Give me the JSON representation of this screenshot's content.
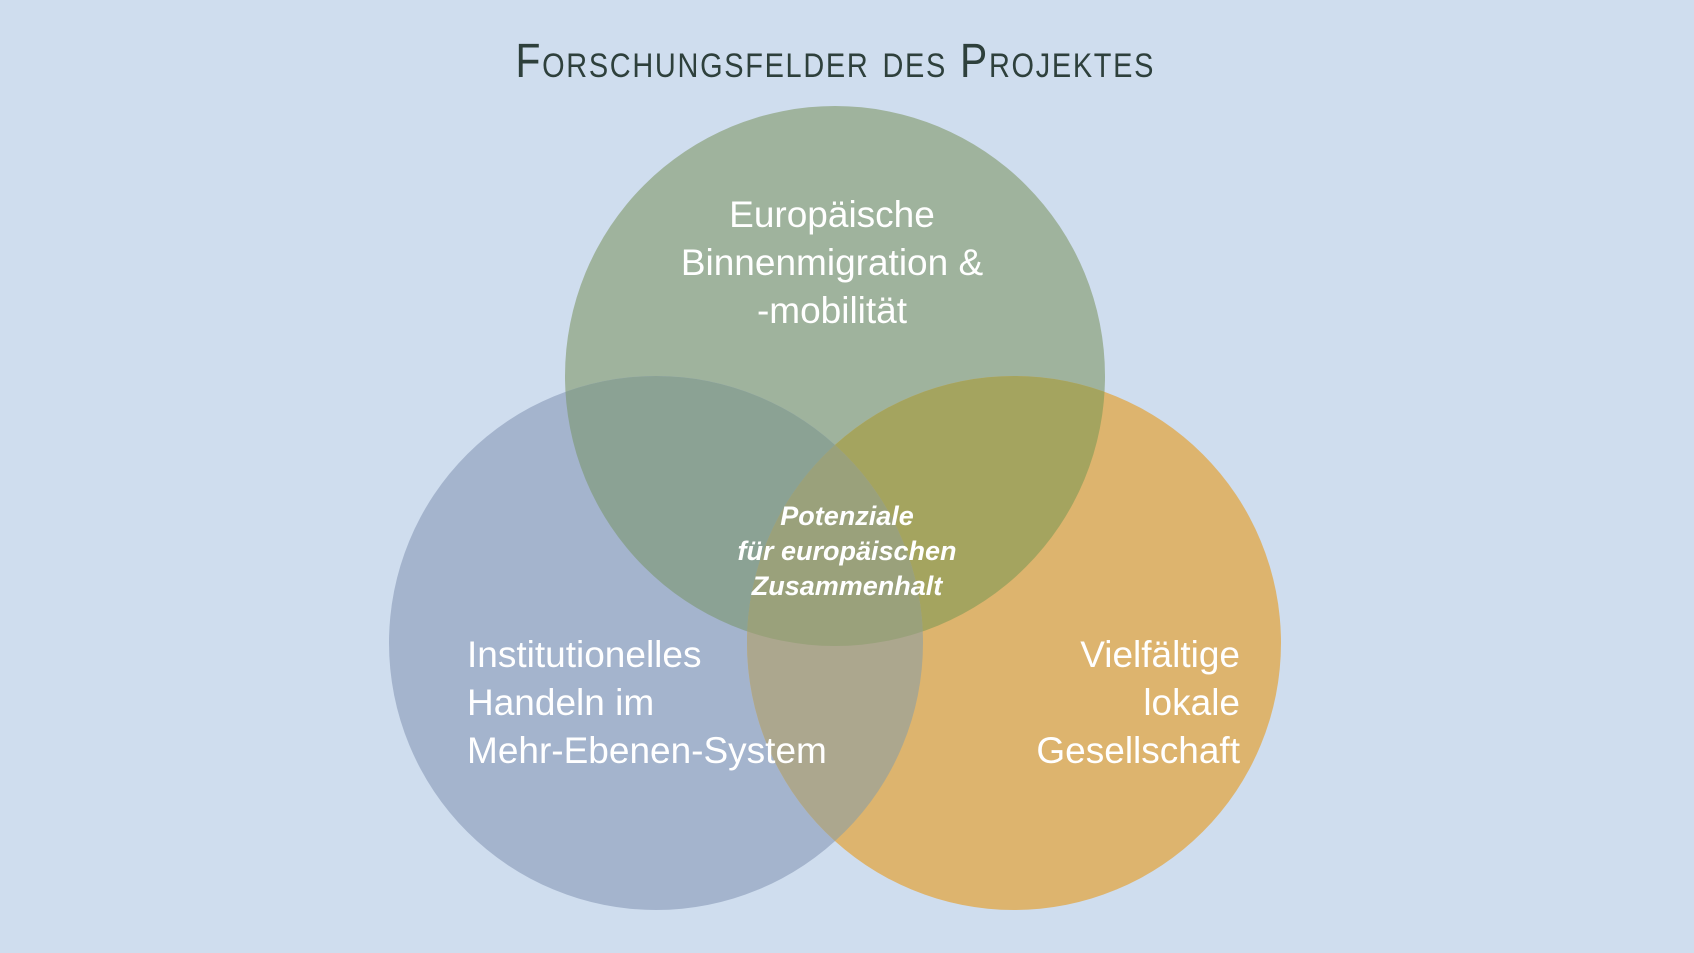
{
  "title": {
    "text": "Forschungsfelder des Projektes",
    "color": "#2e403c"
  },
  "venn": {
    "background": "#cfddee",
    "circles": {
      "top": {
        "lines": [
          "Europäische",
          "Binnenmigration &",
          "-mobilität"
        ],
        "color": "#9fb39d"
      },
      "left": {
        "lines": [
          "Institutionelles",
          "Handeln im",
          "Mehr-Ebenen-System"
        ],
        "color": "#a4b4cd"
      },
      "right": {
        "lines": [
          "Vielfältige",
          "lokale",
          "Gesellschaft"
        ],
        "color": "#ddb46e"
      }
    },
    "overlaps": {
      "top_left": "#8ba294",
      "top_right": "#a4a45f",
      "left_right": "#aca78e",
      "center": "#9aa17b"
    },
    "center_label": {
      "lines": [
        "Potenziale",
        "für europäischen",
        "Zusammenhalt"
      ],
      "text_color": "#ffffff"
    }
  }
}
